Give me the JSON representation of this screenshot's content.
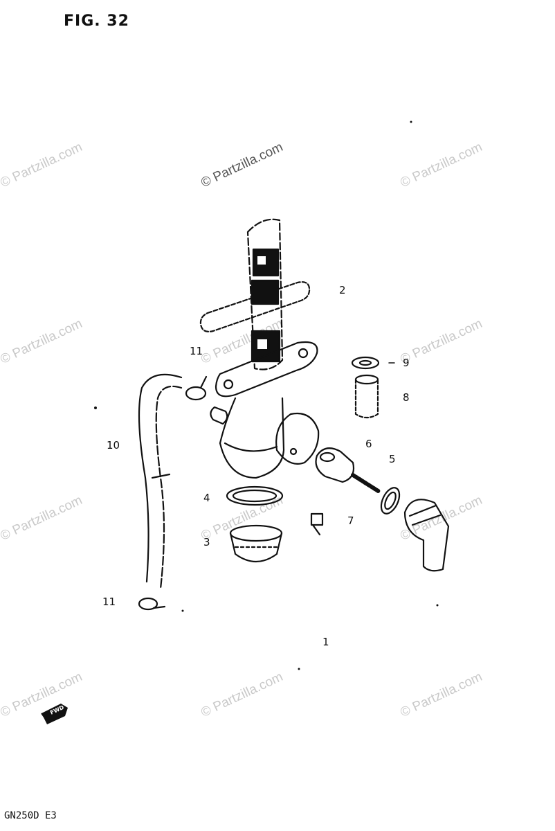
{
  "figure": {
    "title": "FIG. 32",
    "footer_code": "GN250D E3"
  },
  "watermark": {
    "text": "© Partzilla.com"
  },
  "callouts": {
    "c1": "1",
    "c2": "2",
    "c3": "3",
    "c4": "4",
    "c5": "5",
    "c6": "6",
    "c7": "7",
    "c8": "8",
    "c9": "9",
    "c10": "10",
    "c11a": "11",
    "c11b": "11"
  },
  "fwd_arrow": {
    "label": "FWD"
  },
  "colors": {
    "line": "#111111",
    "watermark": "#c9c9c9",
    "watermark_dark": "#555555"
  }
}
